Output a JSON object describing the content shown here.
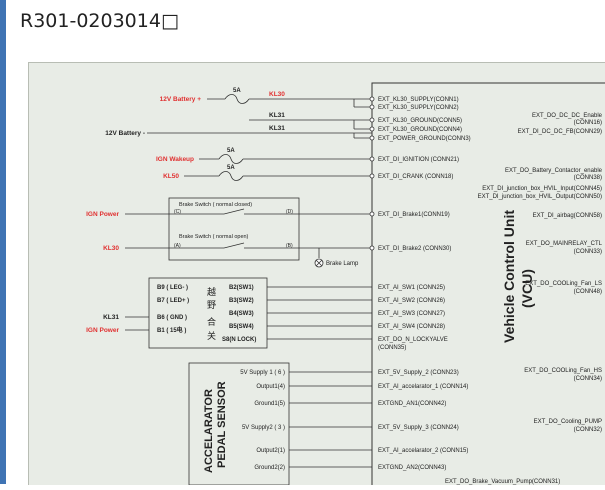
{
  "header": {
    "title": "R301-0203014□"
  },
  "diagram": {
    "vcu": {
      "title_line1": "Vehicle Control Unit",
      "title_line2": "(VCU)"
    },
    "sources": {
      "bat_plus": "12V Battery +",
      "bat_minus": "12V Battery -",
      "ign_wakeup": "IGN Wakeup",
      "kl50": "KL50",
      "ign_power": "IGN Power",
      "kl30_left": "KL30",
      "kl31_left": "KL31",
      "ign_power2": "IGN Power"
    },
    "wire_labels": {
      "kl30": "KL30",
      "kl31_a": "KL31",
      "kl31_b": "KL31",
      "fuse1": "5A",
      "fuse2": "5A",
      "fuse3": "5A"
    },
    "brake": {
      "sw_closed": "Brake Switch ( normal closed)",
      "sw_open": "Brake Switch ( normal open)",
      "c_in": "(C)",
      "d_out": "(D)",
      "a_in": "(A)",
      "b_out": "(B)",
      "lamp": "Brake Lamp"
    },
    "switch_block": {
      "pins": [
        "B9  ( LEG- )",
        "B7  ( LED+ )",
        "B6  ( GND )",
        "B1  ( 15电 )"
      ],
      "outs": [
        "B2(SW1)",
        "B3(SW2)",
        "B4(SW3)",
        "B5(SW4)",
        "S8(N LOCK)"
      ],
      "chars": [
        "越",
        "野",
        "合",
        "关"
      ]
    },
    "pedal": {
      "title1": "ACCELARATOR",
      "title2": "PEDAL SENSOR",
      "pins": [
        "5V Supply 1  ( 6 )",
        "Output1(4)",
        "Ground1(5)",
        "5V Supply2  ( 3 )",
        "Output2(1)",
        "Ground2(2)"
      ]
    },
    "vcu_left_pins": [
      "EXT_KL30_SUPPLY(CONN1)",
      "EXT_KL30_SUPPLY(CONN2)",
      "EXT_KL30_GROUND(CONN5)",
      "EXT_KL30_GROUND(CONN4)",
      "EXT_POWER_GROUND(CONN3)",
      "EXT_DI_IGNITION (CONN21)",
      "EXT_DI_CRANK (CONN18)",
      "EXT_DI_Brake1(CONN19)",
      "EXT_DI_Brake2 (CONN30)",
      "EXT_AI_SW1 (CONN25)",
      "EXT_AI_SW2 (CONN26)",
      "EXT_AI_SW3 (CONN27)",
      "EXT_AI_SW4 (CONN28)",
      "EXT_DO_N_LOCKYALVE",
      "(CONN35)",
      "EXT_5V_Supply_2 (CONN23)",
      "EXT_AI_accelarator_1 (CONN14)",
      "EXTGND_AN1(CONN42)",
      "EXT_5V_Supply_3 (CONN24)",
      "EXT_AI_accelarator_2 (CONN15)",
      "EXTGND_AN2(CONN43)",
      "EXT_DO_Brake_Vacuum_Pump(CONN31)"
    ],
    "vcu_right_pins": [
      "EXT_DO_DC_DC_Enable",
      "(CONN16)",
      "EXT_DI_DC_DC_FB(CONN29)",
      "EXT_DO_Battery_Contactor_enable",
      "(CONN38)",
      "EXT_DI_junction_box_HVIL_Input(CONN45)",
      "EXT_DI_junction_box_HVIL_Output(CONN50)",
      "EXT_DI_airbag(CONN58)",
      "EXT_DO_MAINRELAY_CTL",
      "(CONN33)",
      "EXT_DO_COOLing_Fan_LS",
      "(CONN48)",
      "EXT_DO_COOLing_Fan_HS",
      "(CONN34)",
      "EXT_DO_Cooling_PUMP",
      "(CONN32)"
    ]
  }
}
